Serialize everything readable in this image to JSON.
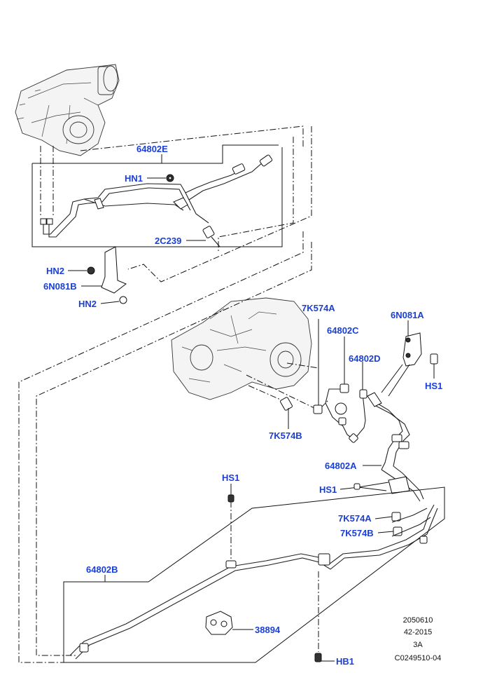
{
  "labels": {
    "l64802E": "64802E",
    "lHN1": "HN1",
    "l2C239": "2C239",
    "lHN2a": "HN2",
    "l6N081B": "6N081B",
    "lHN2b": "HN2",
    "l7K574A_top": "7K574A",
    "l64802C": "64802C",
    "l6N081A": "6N081A",
    "l64802D": "64802D",
    "lHS1_right": "HS1",
    "l7K574B_mid": "7K574B",
    "l64802A": "64802A",
    "lHS1_top": "HS1",
    "lHS1_mid": "HS1",
    "l7K574A_low": "7K574A",
    "l7K574B_low": "7K574B",
    "l64802B": "64802B",
    "l38894": "38894",
    "lHB1": "HB1"
  },
  "reference": {
    "line1": "2050610",
    "line2": "42-2015",
    "line3": "3A",
    "line4": "C0249510-04"
  },
  "colors": {
    "label": "#1a3fd6",
    "line": "#111111"
  }
}
